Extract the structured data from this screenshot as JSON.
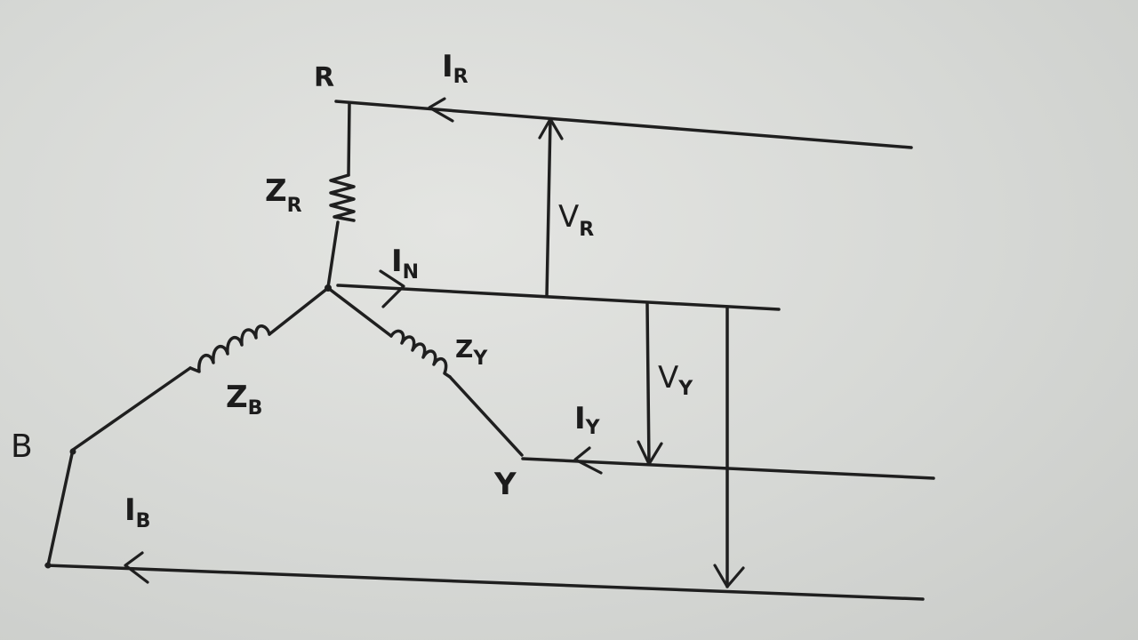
{
  "diagram": {
    "nodes": {
      "r": "R",
      "y": "Y",
      "b": "B"
    },
    "impedances": {
      "zr": {
        "main": "Z",
        "sub": "R"
      },
      "zy": {
        "main": "Z",
        "sub": "Y"
      },
      "zb": {
        "main": "Z",
        "sub": "B"
      }
    },
    "currents": {
      "ir": {
        "main": "I",
        "sub": "R"
      },
      "in": {
        "main": "I",
        "sub": "N"
      },
      "iy": {
        "main": "I",
        "sub": "Y"
      },
      "ib": {
        "main": "I",
        "sub": "B"
      }
    },
    "voltages": {
      "vr": {
        "main": "V",
        "sub": "R"
      },
      "vy": {
        "main": "V",
        "sub": "Y"
      }
    }
  }
}
